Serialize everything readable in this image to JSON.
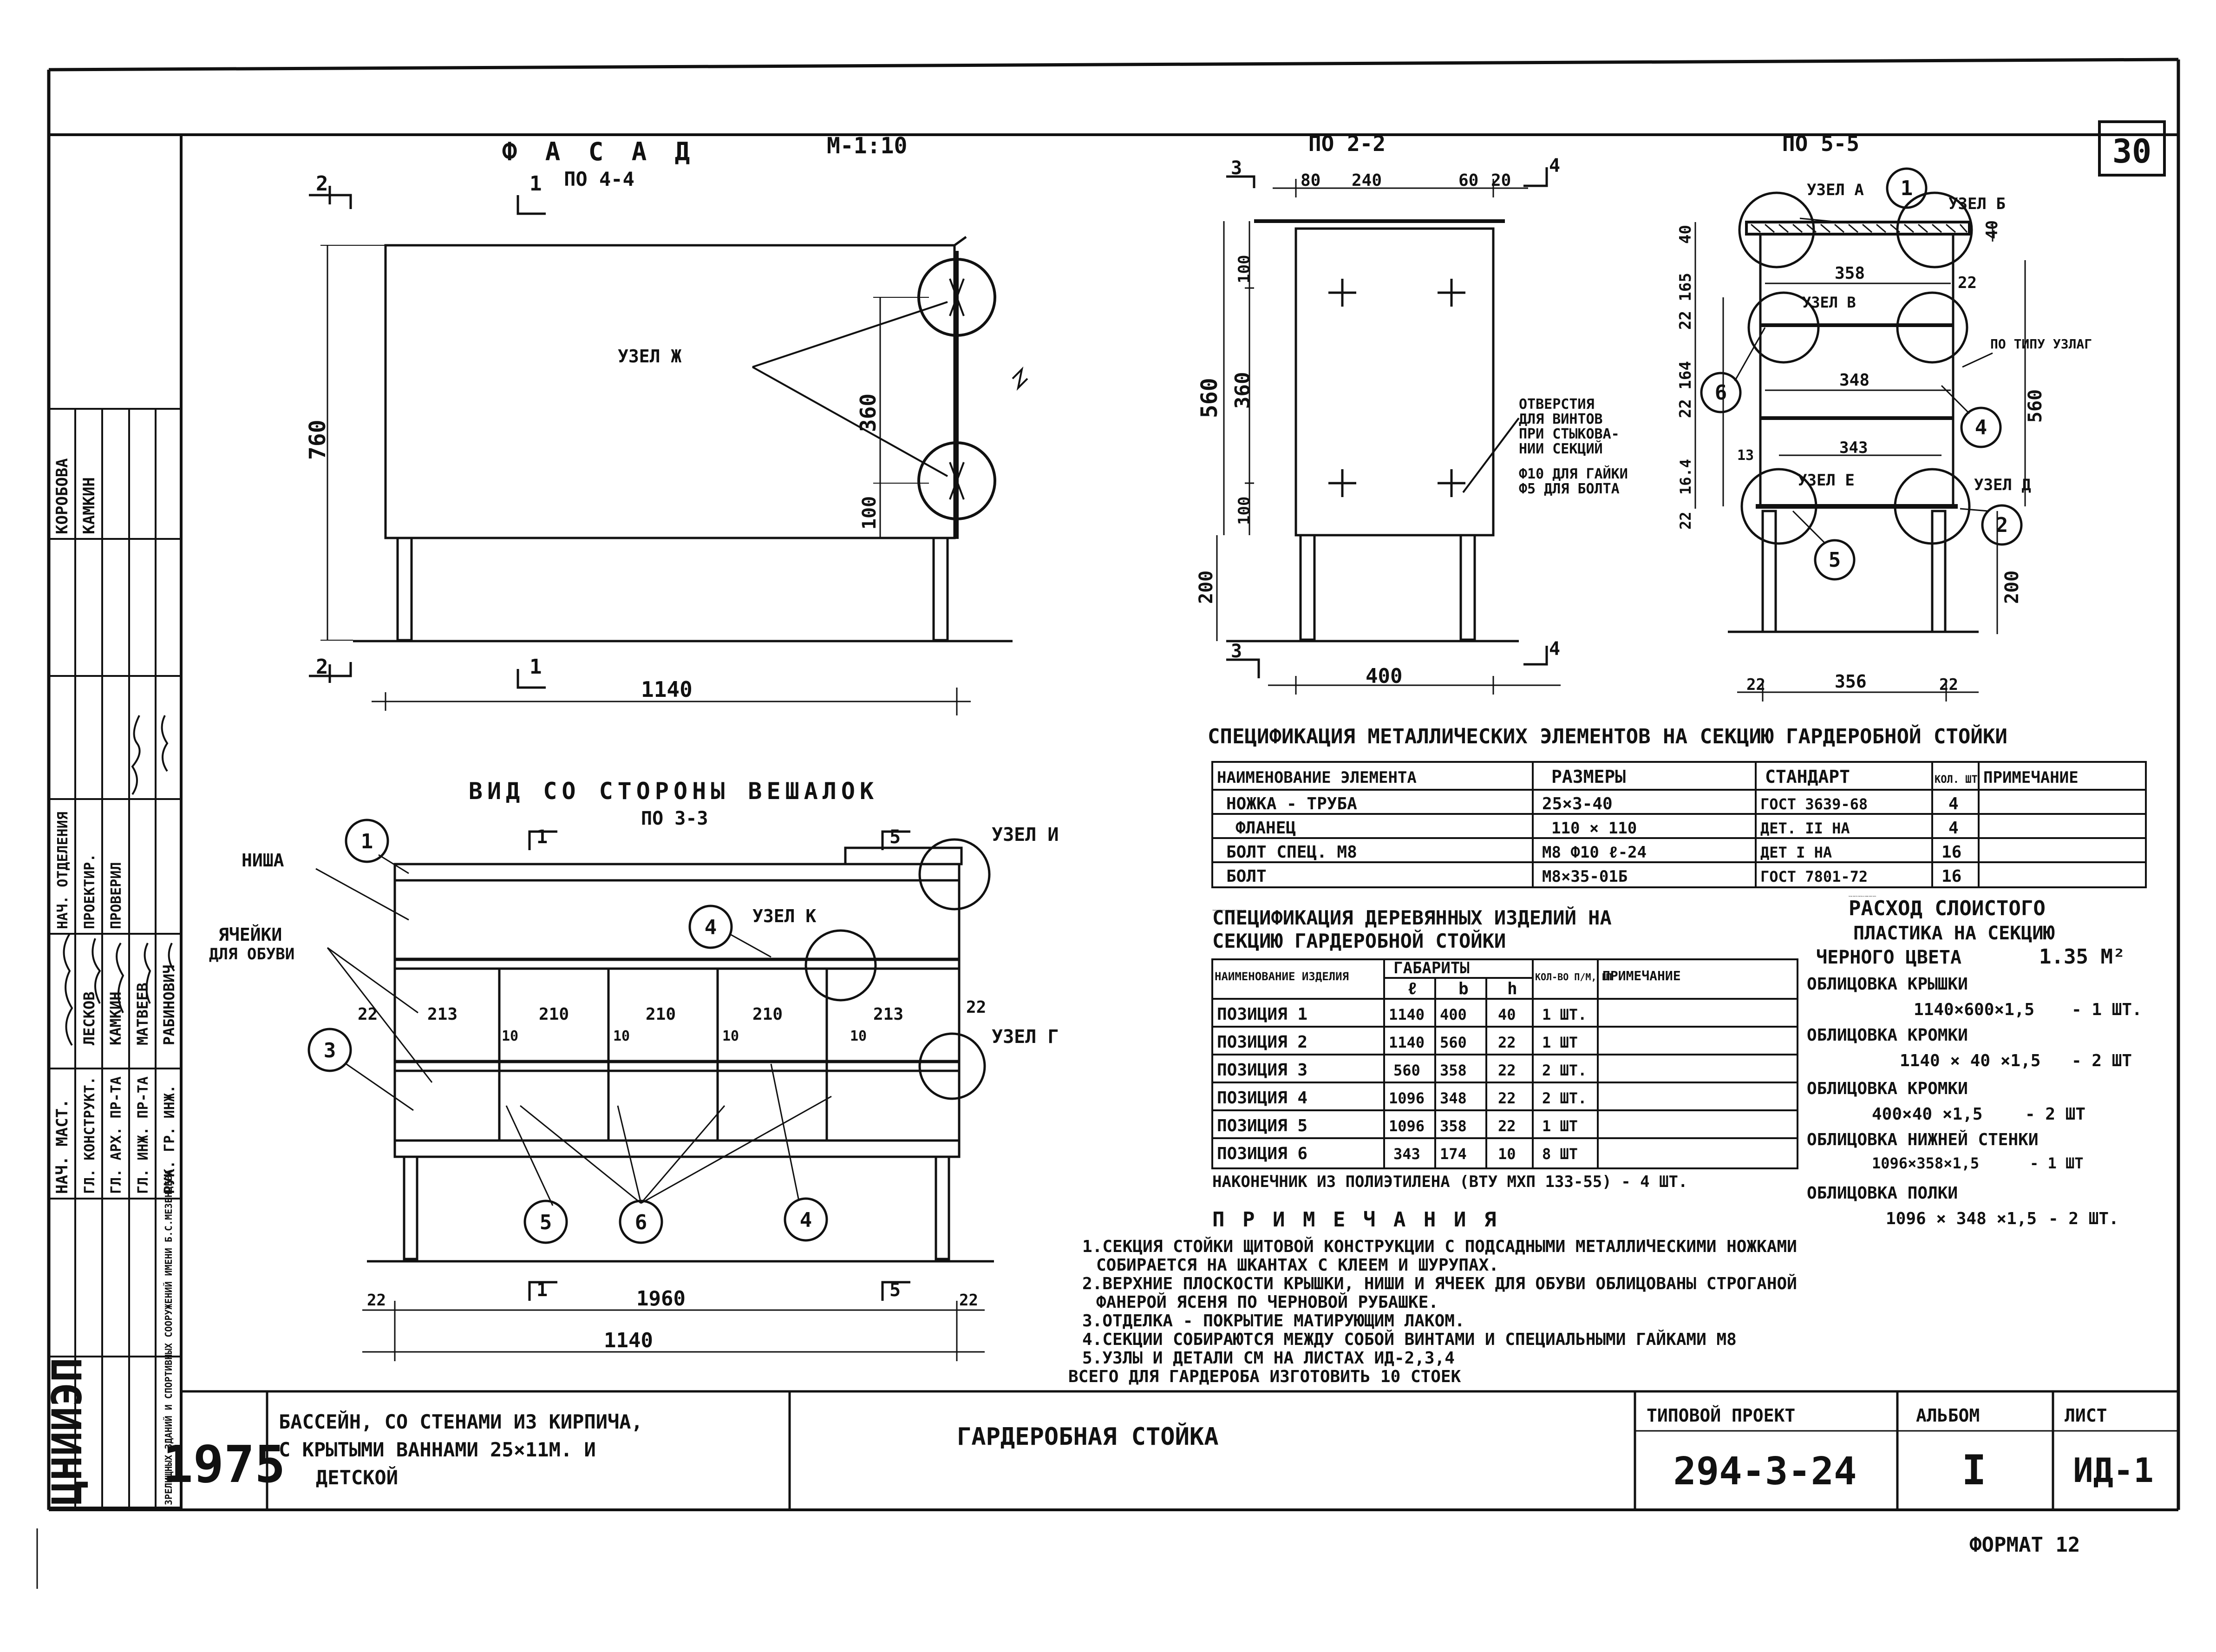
{
  "sheet_number": "30",
  "facade": {
    "title": "Ф А С А Д",
    "scale": "М-1:10",
    "subtitle": "ПО 4-4",
    "node_label": "УЗЕЛ Ж",
    "dims": {
      "height": "760",
      "inner": "360",
      "small": "100",
      "width": "1140"
    },
    "cut_marks": [
      "2",
      "1",
      "2",
      "1"
    ]
  },
  "section22": {
    "title": "ПО 2-2",
    "dims": {
      "d80": "80",
      "d240": "240",
      "d60": "60",
      "d20": "20",
      "d100a": "100",
      "d100b": "100",
      "d360": "360",
      "d560": "560",
      "d200": "200",
      "width": "400"
    },
    "cut_marks": [
      "3",
      "4",
      "3",
      "4"
    ],
    "note": [
      "ОТВЕРСТИЯ",
      "ДЛЯ ВИНТОВ",
      "ПРИ СТЫКОВА-",
      "НИИ СЕКЦИЙ",
      "Ф10 ДЛЯ ГАЙКИ",
      "Ф5 ДЛЯ БОЛТА"
    ]
  },
  "section55": {
    "title": "ПО 5-5",
    "nodes": [
      "УЗЕЛ А",
      "УЗЕЛ Б",
      "УЗЕЛ В",
      "ПО ТИПУ УЗЛАГ",
      "УЗЕЛ Е",
      "УЗЕЛ Д"
    ],
    "callouts": [
      "1",
      "2",
      "4",
      "5",
      "6"
    ],
    "dims": {
      "d40a": "40",
      "d40b": "40",
      "d358": "358",
      "d22a": "22",
      "d22_165": "22 165",
      "d22_164": "22 164",
      "d348": "348",
      "d13": "13",
      "d343": "343",
      "d164": "16.4",
      "d22b": "22",
      "d560": "560",
      "d200": "200",
      "d22c": "22",
      "d356": "356",
      "d22d": "22"
    }
  },
  "hanger_view": {
    "title": "ВИД СО СТОРОНЫ ВЕШАЛОК",
    "subtitle": "ПО 3-3",
    "labels": {
      "niche": "НИША",
      "cells": "ЯЧЕЙКИ",
      "cells2": "ДЛЯ ОБУВИ",
      "node_i": "УЗЕЛ И",
      "node_k": "УЗЕЛ К",
      "node_g": "УЗЕЛ Г"
    },
    "callouts": [
      "1",
      "3",
      "4",
      "4",
      "5",
      "6"
    ],
    "cell_widths": [
      "22",
      "213",
      "210",
      "210",
      "210",
      "213",
      "22"
    ],
    "gaps": [
      "10",
      "10",
      "10",
      "10"
    ],
    "dims": {
      "d1960": "1960",
      "d1140": "1140",
      "d22l": "22",
      "d22r": "22"
    },
    "cut_marks": [
      "1",
      "5",
      "1",
      "5"
    ]
  },
  "spec_metal": {
    "title": "СПЕЦИФИКАЦИЯ МЕТАЛЛИЧЕСКИХ ЭЛЕМЕНТОВ НА СЕКЦИЮ ГАРДЕРОБНОЙ СТОЙКИ",
    "headers": [
      "НАИМЕНОВАНИЕ ЭЛЕМЕНТА",
      "РАЗМЕРЫ",
      "СТАНДАРТ",
      "КОЛ. ШТ",
      "ПРИМЕЧАНИЕ"
    ],
    "rows": [
      [
        "НОЖКА - ТРУБА",
        "25×3-40",
        "ГОСТ 3639-68",
        "4",
        ""
      ],
      [
        "ФЛАНЕЦ",
        "110 × 110",
        "ДЕТ. II НА",
        "4",
        ""
      ],
      [
        "БОЛТ СПЕЦ. М8",
        "М8 Ф10 ℓ-24",
        "ДЕТ I НА",
        "16",
        ""
      ],
      [
        "БОЛТ",
        "М8×35-01Б",
        "ГОСТ 7801-72",
        "16",
        ""
      ]
    ]
  },
  "spec_wood": {
    "title": "СПЕЦИФИКАЦИЯ ДЕРЕВЯННЫХ ИЗДЕЛИЙ НА СЕКЦИЮ ГАРДЕРОБНОЙ СТОЙКИ",
    "headers": [
      "НАИМЕНОВАНИЕ ИЗДЕЛИЯ",
      "ГАБАРИТЫ",
      "ℓ",
      "b",
      "h",
      "КОЛ-ВО П/М, ШТ",
      "ПРИМЕЧАНИЕ"
    ],
    "rows": [
      [
        "ПОЗИЦИЯ 1",
        "1140",
        "400",
        "40",
        "1 ШТ.",
        ""
      ],
      [
        "ПОЗИЦИЯ 2",
        "1140",
        "560",
        "22",
        "1 ШТ",
        ""
      ],
      [
        "ПОЗИЦИЯ 3",
        "560",
        "358",
        "22",
        "2 ШТ.",
        ""
      ],
      [
        "ПОЗИЦИЯ 4",
        "1096",
        "348",
        "22",
        "2 ШТ.",
        ""
      ],
      [
        "ПОЗИЦИЯ 5",
        "1096",
        "358",
        "22",
        "1 ШТ",
        ""
      ],
      [
        "ПОЗИЦИЯ 6",
        "343",
        "174",
        "10",
        "8 ШТ",
        ""
      ]
    ],
    "footer": "НАКОНЕЧНИК ИЗ ПОЛИЭТИЛЕНА (ВТУ МХП 133-55) - 4 ШТ."
  },
  "plastic": {
    "title": "РАСХОД СЛОИСТОГО ПЛАСТИКА НА СЕКЦИЮ ЧЕРНОГО ЦВЕТА",
    "total": "1.35 М²",
    "lines": [
      [
        "ОБЛИЦОВКА КРЫШКИ",
        "1140×600×1,5",
        "- 1 ШТ."
      ],
      [
        "ОБЛИЦОВКА КРОМКИ",
        "1140 × 40 ×1,5",
        "- 2 ШТ"
      ],
      [
        "ОБЛИЦОВКА КРОМКИ",
        "400×40 ×1,5",
        "- 2 ШТ"
      ],
      [
        "ОБЛИЦОВКА НИЖНЕЙ СТЕНКИ",
        "1096×358×1,5",
        "- 1 ШТ"
      ],
      [
        "ОБЛИЦОВКА ПОЛКИ",
        "1096 × 348 ×1,5",
        "- 2 ШТ."
      ]
    ]
  },
  "notes": {
    "title": "П Р И М Е Ч А Н И Я",
    "lines": [
      "1.СЕКЦИЯ СТОЙКИ ЩИТОВОЙ КОНСТРУКЦИИ С ПОДСАДНЫМИ МЕТАЛЛИЧЕСКИМИ НОЖКАМИ",
      "СОБИРАЕТСЯ НА ШКАНТАХ С КЛЕЕМ И ШУРУПАХ.",
      "2.ВЕРХНИЕ ПЛОСКОСТИ КРЫШКИ, НИШИ И ЯЧЕЕК ДЛЯ ОБУВИ ОБЛИЦОВАНЫ СТРОГАНОЙ",
      "ФАНЕРОЙ ЯСЕНЯ ПО ЧЕРНОВОЙ РУБАШКЕ.",
      "3.ОТДЕЛКА - ПОКРЫТИЕ МАТИРУЮЩИМ ЛАКОМ.",
      "4.СЕКЦИИ СОБИРАЮТСЯ МЕЖДУ СОБОЙ ВИНТАМИ И СПЕЦИАЛЬНЫМИ ГАЙКАМИ М8",
      "5.УЗЛЫ И ДЕТАЛИ СМ НА ЛИСТАХ ИД-2,3,4",
      "ВСЕГО ДЛЯ ГАРДЕРОБА ИЗГОТОВИТЬ 10 СТОЕК"
    ]
  },
  "title_block": {
    "year": "1975",
    "project_name": [
      "БАССЕЙН, СО СТЕНАМИ ИЗ КИРПИЧА,",
      "С КРЫТЫМИ ВАННАМИ 25×11М. И",
      "ДЕТСКОЙ"
    ],
    "drawing_name": "ГАРДЕРОБНАЯ СТОЙКА",
    "project_label": "ТИПОВОЙ ПРОЕКТ",
    "project_code": "294-3-24",
    "album_label": "АЛЬБОМ",
    "album": "I",
    "sheet_label": "ЛИСТ",
    "sheet": "ИД-1",
    "format": "ФОРМАТ 12"
  },
  "side_stamp": {
    "org": "ЦНИИЭП",
    "org_sub": "ЗРЕЛИЩНЫХ ЗДАНИЙ И СПОРТИВНЫХ СООРУЖЕНИЙ ИМЕНИ Б.С.МЕЗЕНЦЕВА",
    "roles": [
      "НАЧ. МАСТ.",
      "ГЛ. КОНСТРУКТ.",
      "ГЛ. АРХ. ПР-ТА",
      "ГЛ. ИНЖ. ПР-ТА",
      "РУК. ГР. ИНЖ.",
      "НАЧ. ОТДЕЛЕНИЯ",
      "ПРОЕКТИР.",
      "ПРОВЕРИЛ"
    ],
    "names": [
      "ЛЕСКОВ",
      "КАМКИН",
      "МАТВЕЕВ",
      "РАБИНОВИЧ",
      "КОРОБОВА",
      "КАМКИН"
    ]
  }
}
